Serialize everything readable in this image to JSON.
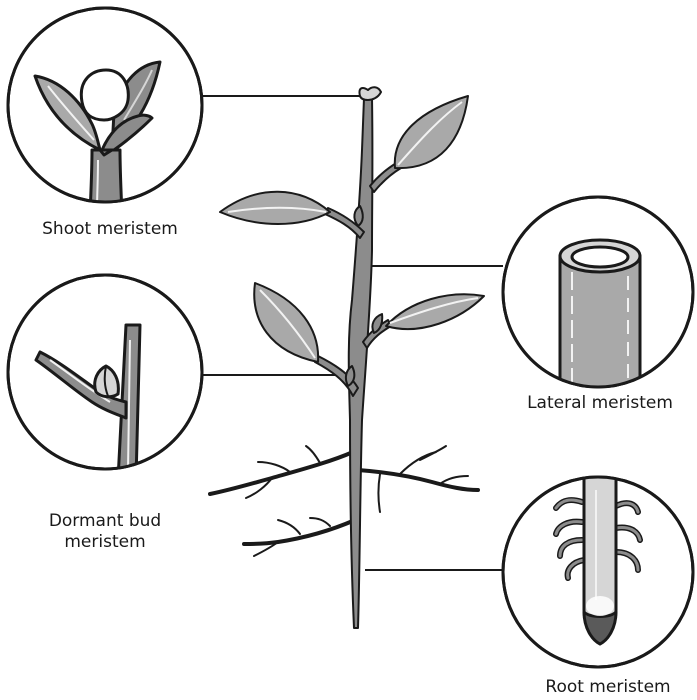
{
  "labels": {
    "shoot": "Shoot meristem",
    "lateral": "Lateral meristem",
    "dormant_line1": "Dormant bud",
    "dormant_line2": "meristem",
    "root": "Root meristem"
  },
  "colors": {
    "outline": "#1a1a1a",
    "stem": "#8c8c8c",
    "leaf": "#a9a9a9",
    "vein": "#f2f2f2",
    "pale": "#d6d6d6",
    "white": "#ffffff"
  }
}
